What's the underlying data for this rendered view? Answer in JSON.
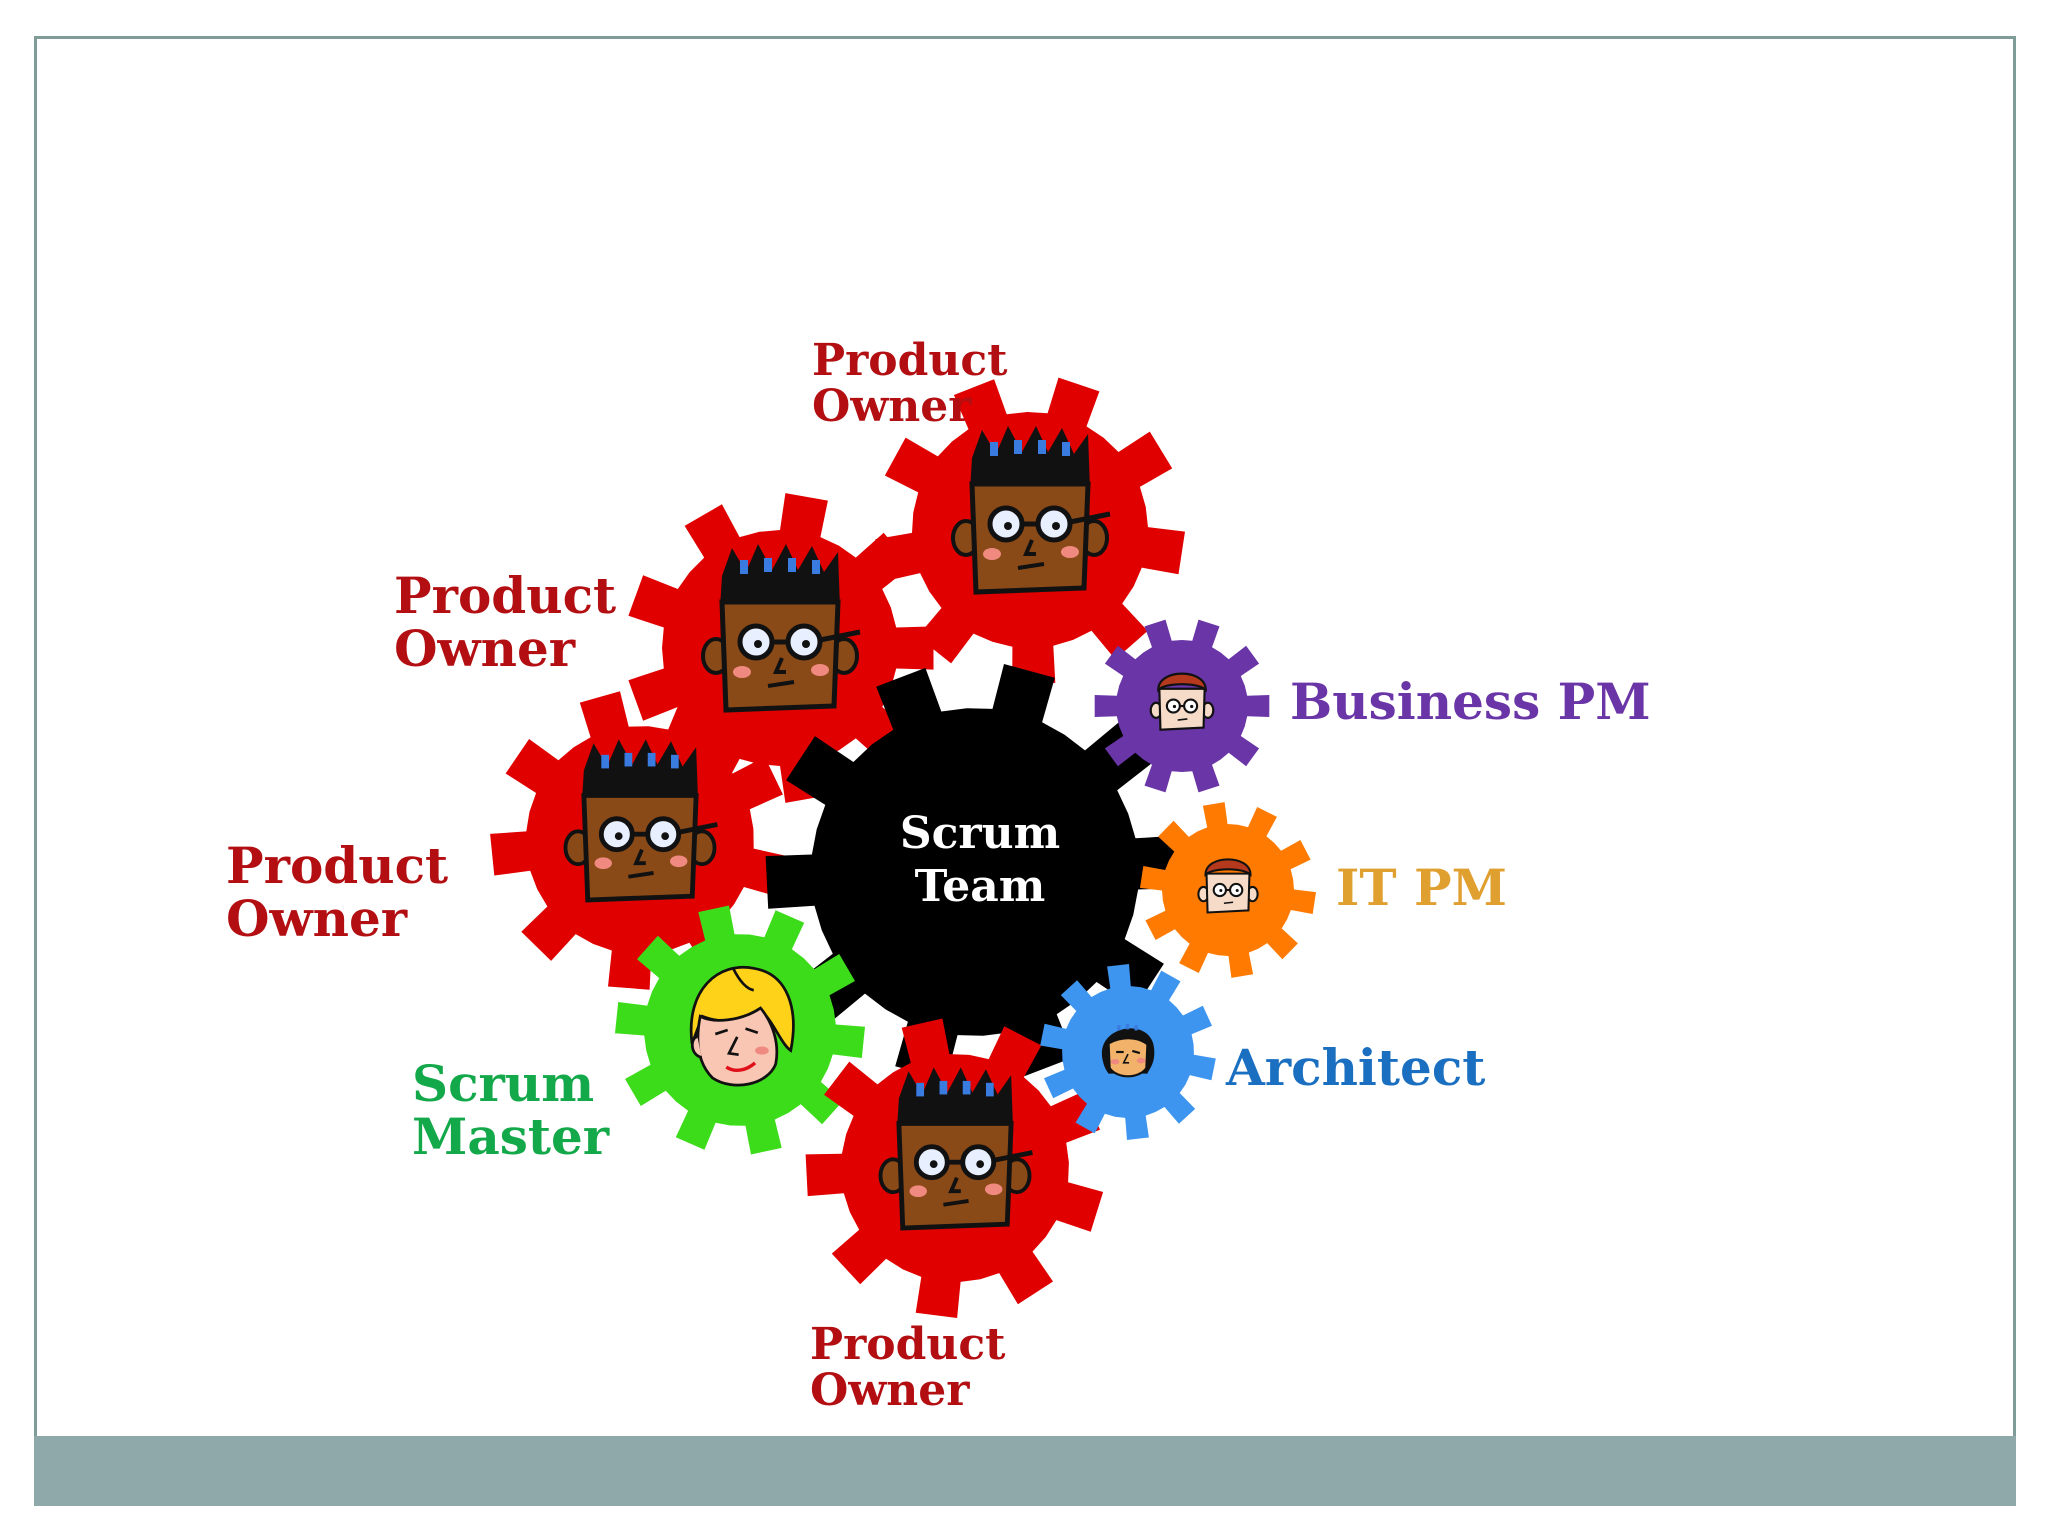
{
  "center": {
    "line1": "Scrum",
    "line2": "Team"
  },
  "roles": {
    "product_owner_top": {
      "line1": "Product",
      "line2": "Owner"
    },
    "product_owner_upper_left": {
      "line1": "Product",
      "line2": "Owner"
    },
    "product_owner_left": {
      "line1": "Product",
      "line2": "Owner"
    },
    "product_owner_bottom": {
      "line1": "Product",
      "line2": "Owner"
    },
    "scrum_master": {
      "line1": "Scrum",
      "line2": "Master"
    },
    "business_pm": {
      "line1": "Business PM"
    },
    "it_pm": {
      "line1": "IT PM"
    },
    "architect": {
      "line1": "Architect"
    }
  },
  "colors": {
    "product_owner": "#e00000",
    "product_owner_text": "#b30f12",
    "scrum_master": "#3ddc1a",
    "scrum_master_text": "#13a84a",
    "business_pm": "#6a35a6",
    "business_pm_text": "#6a35a6",
    "it_pm": "#ff7a00",
    "it_pm_text": "#e0a030",
    "architect": "#3d95f0",
    "architect_text": "#1a6fc0",
    "center": "#000000",
    "footer": "#8fa9aa",
    "frame": "#7f9c99"
  },
  "icons": {
    "product_owner": "glasses-man-face-icon",
    "scrum_master": "blonde-woman-face-icon",
    "business_pm": "redhead-man-face-icon",
    "it_pm": "redhead-man-face-icon",
    "architect": "dark-hair-woman-face-icon"
  }
}
